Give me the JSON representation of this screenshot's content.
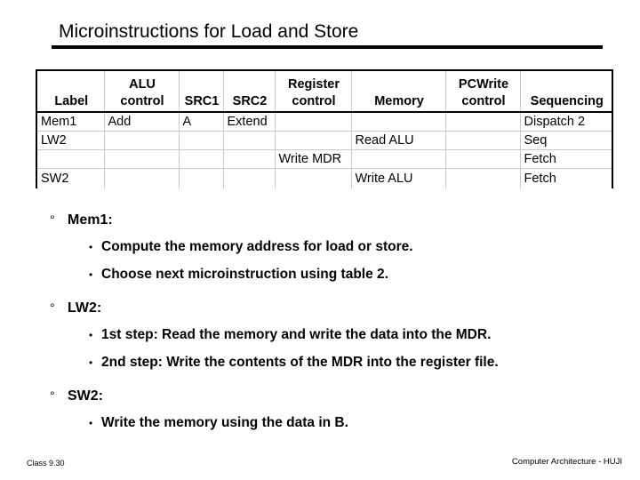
{
  "title": "Microinstructions for Load and Store",
  "table": {
    "headers": [
      [
        "Label"
      ],
      [
        "ALU",
        "control"
      ],
      [
        "SRC1"
      ],
      [
        "SRC2"
      ],
      [
        "Register",
        "control"
      ],
      [
        "Memory"
      ],
      [
        "PCWrite",
        "control"
      ],
      [
        "Sequencing"
      ]
    ],
    "rows": [
      [
        "Mem1",
        "Add",
        "A",
        "Extend",
        "",
        "",
        "",
        "Dispatch 2"
      ],
      [
        "LW2",
        "",
        "",
        "",
        "",
        "Read ALU",
        "",
        "Seq"
      ],
      [
        "",
        "",
        "",
        "",
        "Write MDR",
        "",
        "",
        "Fetch"
      ],
      [
        "SW2",
        "",
        "",
        "",
        "",
        "Write ALU",
        "",
        "Fetch"
      ]
    ]
  },
  "bullets": [
    {
      "mark": "°",
      "label": "Mem1:",
      "items": [
        "Compute the memory address for load or store.",
        "Choose next microinstruction using table 2."
      ]
    },
    {
      "mark": "°",
      "label": "LW2:",
      "items": [
        "1st step: Read the memory and write the data into the MDR.",
        "2nd step: Write the contents of the MDR into the register file."
      ]
    },
    {
      "mark": "°",
      "label": "SW2:",
      "items": [
        "Write the memory using the data in B."
      ]
    }
  ],
  "sub_bullet_mark": "•",
  "footer": {
    "left": "Class 9.30",
    "right": "Computer Architecture - HUJI"
  }
}
